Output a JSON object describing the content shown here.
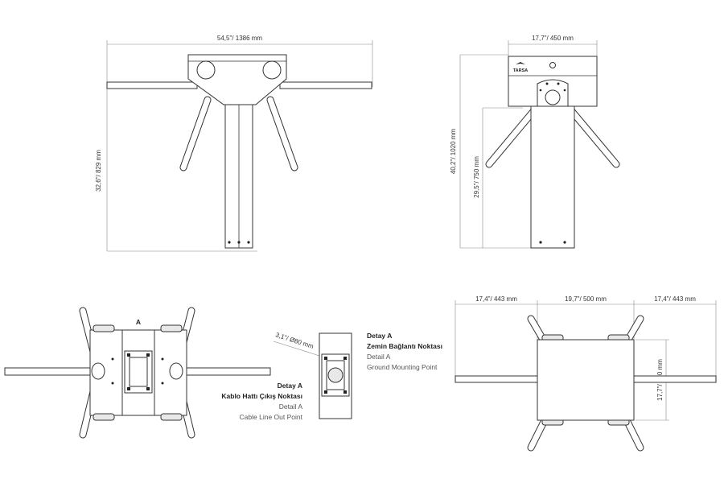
{
  "views": {
    "front": {
      "width_dim": "54,5\"/ 1386 mm",
      "height_dim": "32,6\"/ 829 mm"
    },
    "side": {
      "width_dim": "17,7\"/ 450 mm",
      "height_total_dim": "40,2\"/ 1020 mm",
      "height_arm_dim": "29,5\"/ 750 mm",
      "logo_text": "TARSA"
    },
    "top_left": {
      "section_mark": "A"
    },
    "detail": {
      "diameter_dim": "3,1\"/ Ø80 mm",
      "ground": {
        "title_tr": "Detay A",
        "name_tr": "Zemin Bağlantı Noktası",
        "title_en": "Detail A",
        "name_en": "Ground Mounting Point"
      },
      "cable": {
        "title_tr": "Detay A",
        "name_tr": "Kablo Hattı Çıkış Noktası",
        "title_en": "Detail A",
        "name_en": "Cable Line Out Point"
      }
    },
    "top_right": {
      "left_dim": "17,4\"/ 443 mm",
      "mid_dim": "19,7\"/ 500 mm",
      "right_dim": "17,4\"/ 443 mm",
      "depth_dim": "17,7\"/ 450 mm"
    }
  }
}
